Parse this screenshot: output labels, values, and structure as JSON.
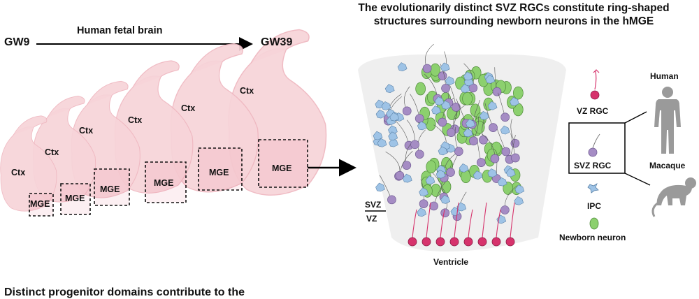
{
  "title_line1": "The evolutionarily distinct SVZ RGCs constitute ring-shaped",
  "title_line2": "structures surrounding newborn neurons in the hMGE",
  "timeline": {
    "start": "GW9",
    "end": "GW39",
    "label": "Human fetal brain"
  },
  "brain_sections": {
    "ctx_label": "Ctx",
    "mge_label": "MGE"
  },
  "diagram": {
    "svz_label": "SVZ",
    "vz_label": "VZ",
    "ventricle_label": "Ventricle"
  },
  "legend": {
    "vz_rgc": "VZ RGC",
    "svz_rgc": "SVZ RGC",
    "ipc": "IPC",
    "newborn_neuron": "Newborn neuron",
    "human": "Human",
    "macaque": "Macaque"
  },
  "colors": {
    "vz_rgc": "#d6336c",
    "svz_rgc": "#a58cc4",
    "ipc": "#9ec3e6",
    "newborn_neuron": "#8cd06e"
  },
  "bottom_text": "Distinct progenitor domains contribute to the"
}
